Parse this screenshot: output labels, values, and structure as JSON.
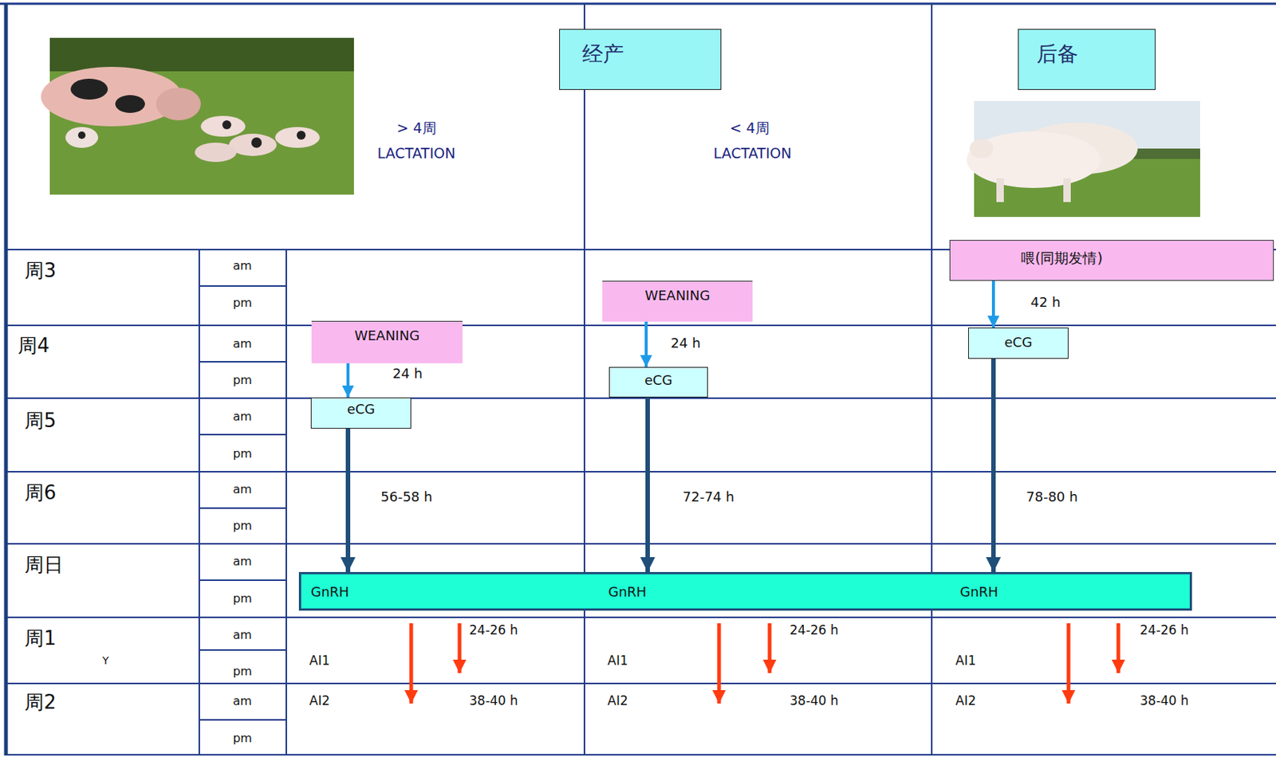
{
  "diagram": {
    "nodes": [
      {
        "text": [
          "经产"
        ]
      },
      {
        "text": [
          "后备"
        ]
      },
      {
        "text": [
          "喂(同期发情)"
        ]
      },
      {
        "text": [
          "WEANING"
        ]
      },
      {
        "text": [
          "WEANING"
        ]
      },
      {
        "text": [
          "eCG"
        ]
      },
      {
        "text": [
          "eCG"
        ]
      },
      {
        "text": [
          "eCG"
        ]
      },
      {
        "text": [
          "GnRH",
          "GnRH",
          "GnRH"
        ]
      }
    ],
    "edges": [
      {
        "from": 4,
        "to": 7,
        "arrow": "to",
        "label": "24 h"
      },
      {
        "from": 3,
        "to": 6,
        "arrow": "to",
        "label": "24 h"
      },
      {
        "from": 2,
        "to": 5,
        "arrow": "to",
        "label": "42 h"
      },
      {
        "from": 7,
        "to": 8,
        "arrow": "to",
        "label": "56-58 h"
      },
      {
        "from": 6,
        "to": 8,
        "arrow": "to",
        "label": "72-74 h"
      },
      {
        "from": 5,
        "to": 8,
        "arrow": "to",
        "label": "78-80 h"
      }
    ],
    "labels": [
      "> 4周",
      "LACTATION",
      "< 4周",
      "LACTATION",
      "周3",
      "周4",
      "周5",
      "周6",
      "周日",
      "周1",
      "Y",
      "周2",
      "am",
      "pm",
      "am",
      "pm",
      "am",
      "pm",
      "am",
      "pm",
      "am",
      "pm",
      "am",
      "pm",
      "am",
      "pm",
      "AI1",
      "24-26 h",
      "AI2",
      "38-40 h",
      "AI1",
      "24-26 h",
      "AI2",
      "38-40 h",
      "AI1",
      "24-26 h",
      "AI2",
      "38-40 h"
    ]
  }
}
